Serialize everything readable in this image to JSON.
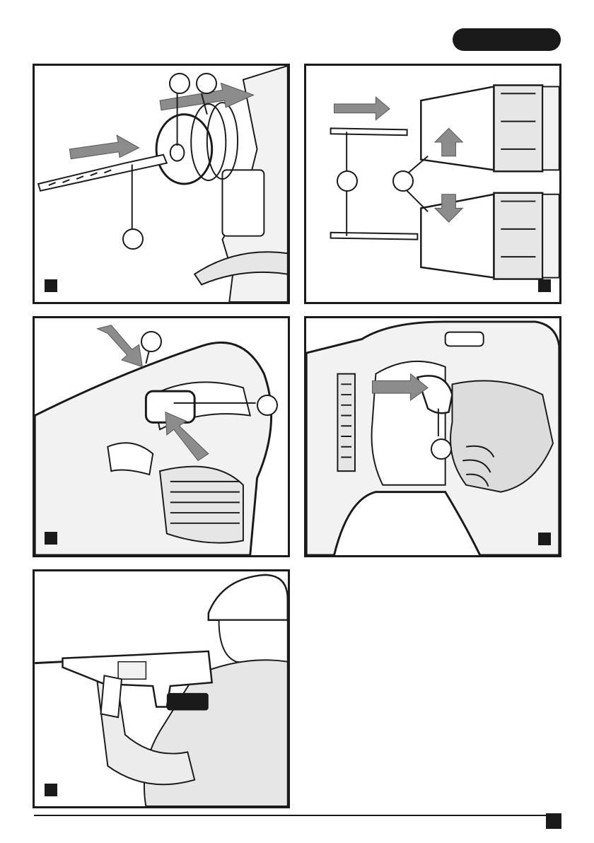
{
  "page": {
    "language_badge": "",
    "page_number": ""
  },
  "figures": [
    {
      "id": "fig-1",
      "label": "",
      "callouts": [
        "",
        "",
        ""
      ],
      "shows": "drill-bit-insertion"
    },
    {
      "id": "fig-2",
      "label": "",
      "callouts": [
        "",
        ""
      ],
      "shows": "chuck-tightening"
    },
    {
      "id": "fig-3",
      "label": "",
      "callouts": [
        "",
        ""
      ],
      "shows": "mode-selector"
    },
    {
      "id": "fig-4",
      "label": "",
      "callouts": [
        ""
      ],
      "shows": "trigger-switch"
    },
    {
      "id": "fig-5",
      "label": "",
      "callouts": [],
      "shows": "operator-holding-drill"
    }
  ],
  "colors": {
    "ink": "#1a1a1a",
    "arrow": "#8c8c8c",
    "paper": "#ffffff"
  }
}
